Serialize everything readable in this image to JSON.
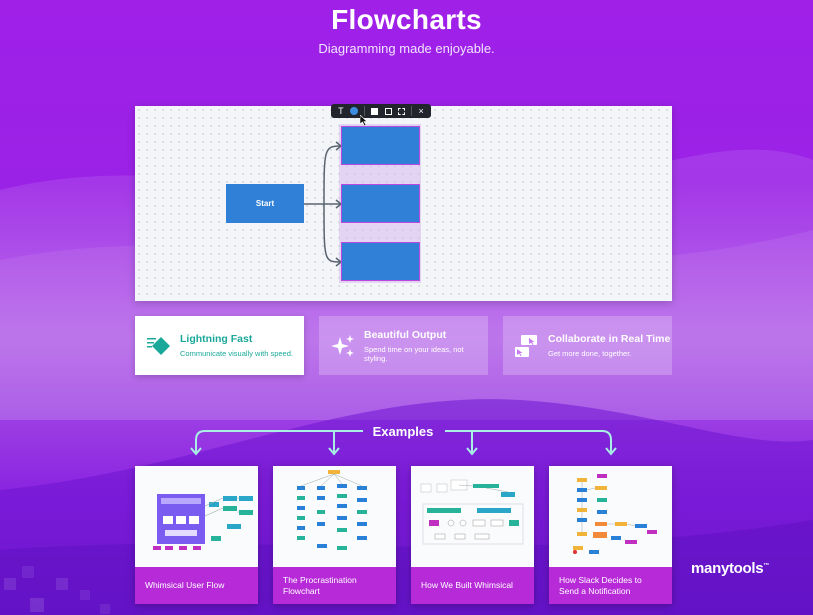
{
  "header": {
    "title": "Flowcharts",
    "subtitle": "Diagramming made enjoyable."
  },
  "editor": {
    "start_label": "Start",
    "toolbar_text_tool": "T",
    "toolbar_close": "×",
    "accent_color": "#2f80d6",
    "selection_color": "#b848e0"
  },
  "features": [
    {
      "title": "Lightning Fast",
      "description": "Communicate visually with speed.",
      "icon": "diamond-icon",
      "active": true
    },
    {
      "title": "Beautiful Output",
      "description": "Spend time on your ideas, not styling.",
      "icon": "sparkles-icon",
      "active": false
    },
    {
      "title": "Collaborate in Real Time",
      "description": "Get more done, together.",
      "icon": "cursor-boxes-icon",
      "active": false
    }
  ],
  "examples": {
    "heading": "Examples",
    "cards": [
      {
        "label": "Whimsical User Flow"
      },
      {
        "label": "The Procrastination Flowchart"
      },
      {
        "label": "How We Built Whimsical"
      },
      {
        "label": "How Slack Decides to Send a Notification"
      }
    ]
  },
  "brand": {
    "name": "manytools",
    "mark": "™"
  },
  "colors": {
    "feature_accent": "#1aa89a",
    "card_label_bg": "#b72ad8",
    "background": "#a020e8"
  }
}
